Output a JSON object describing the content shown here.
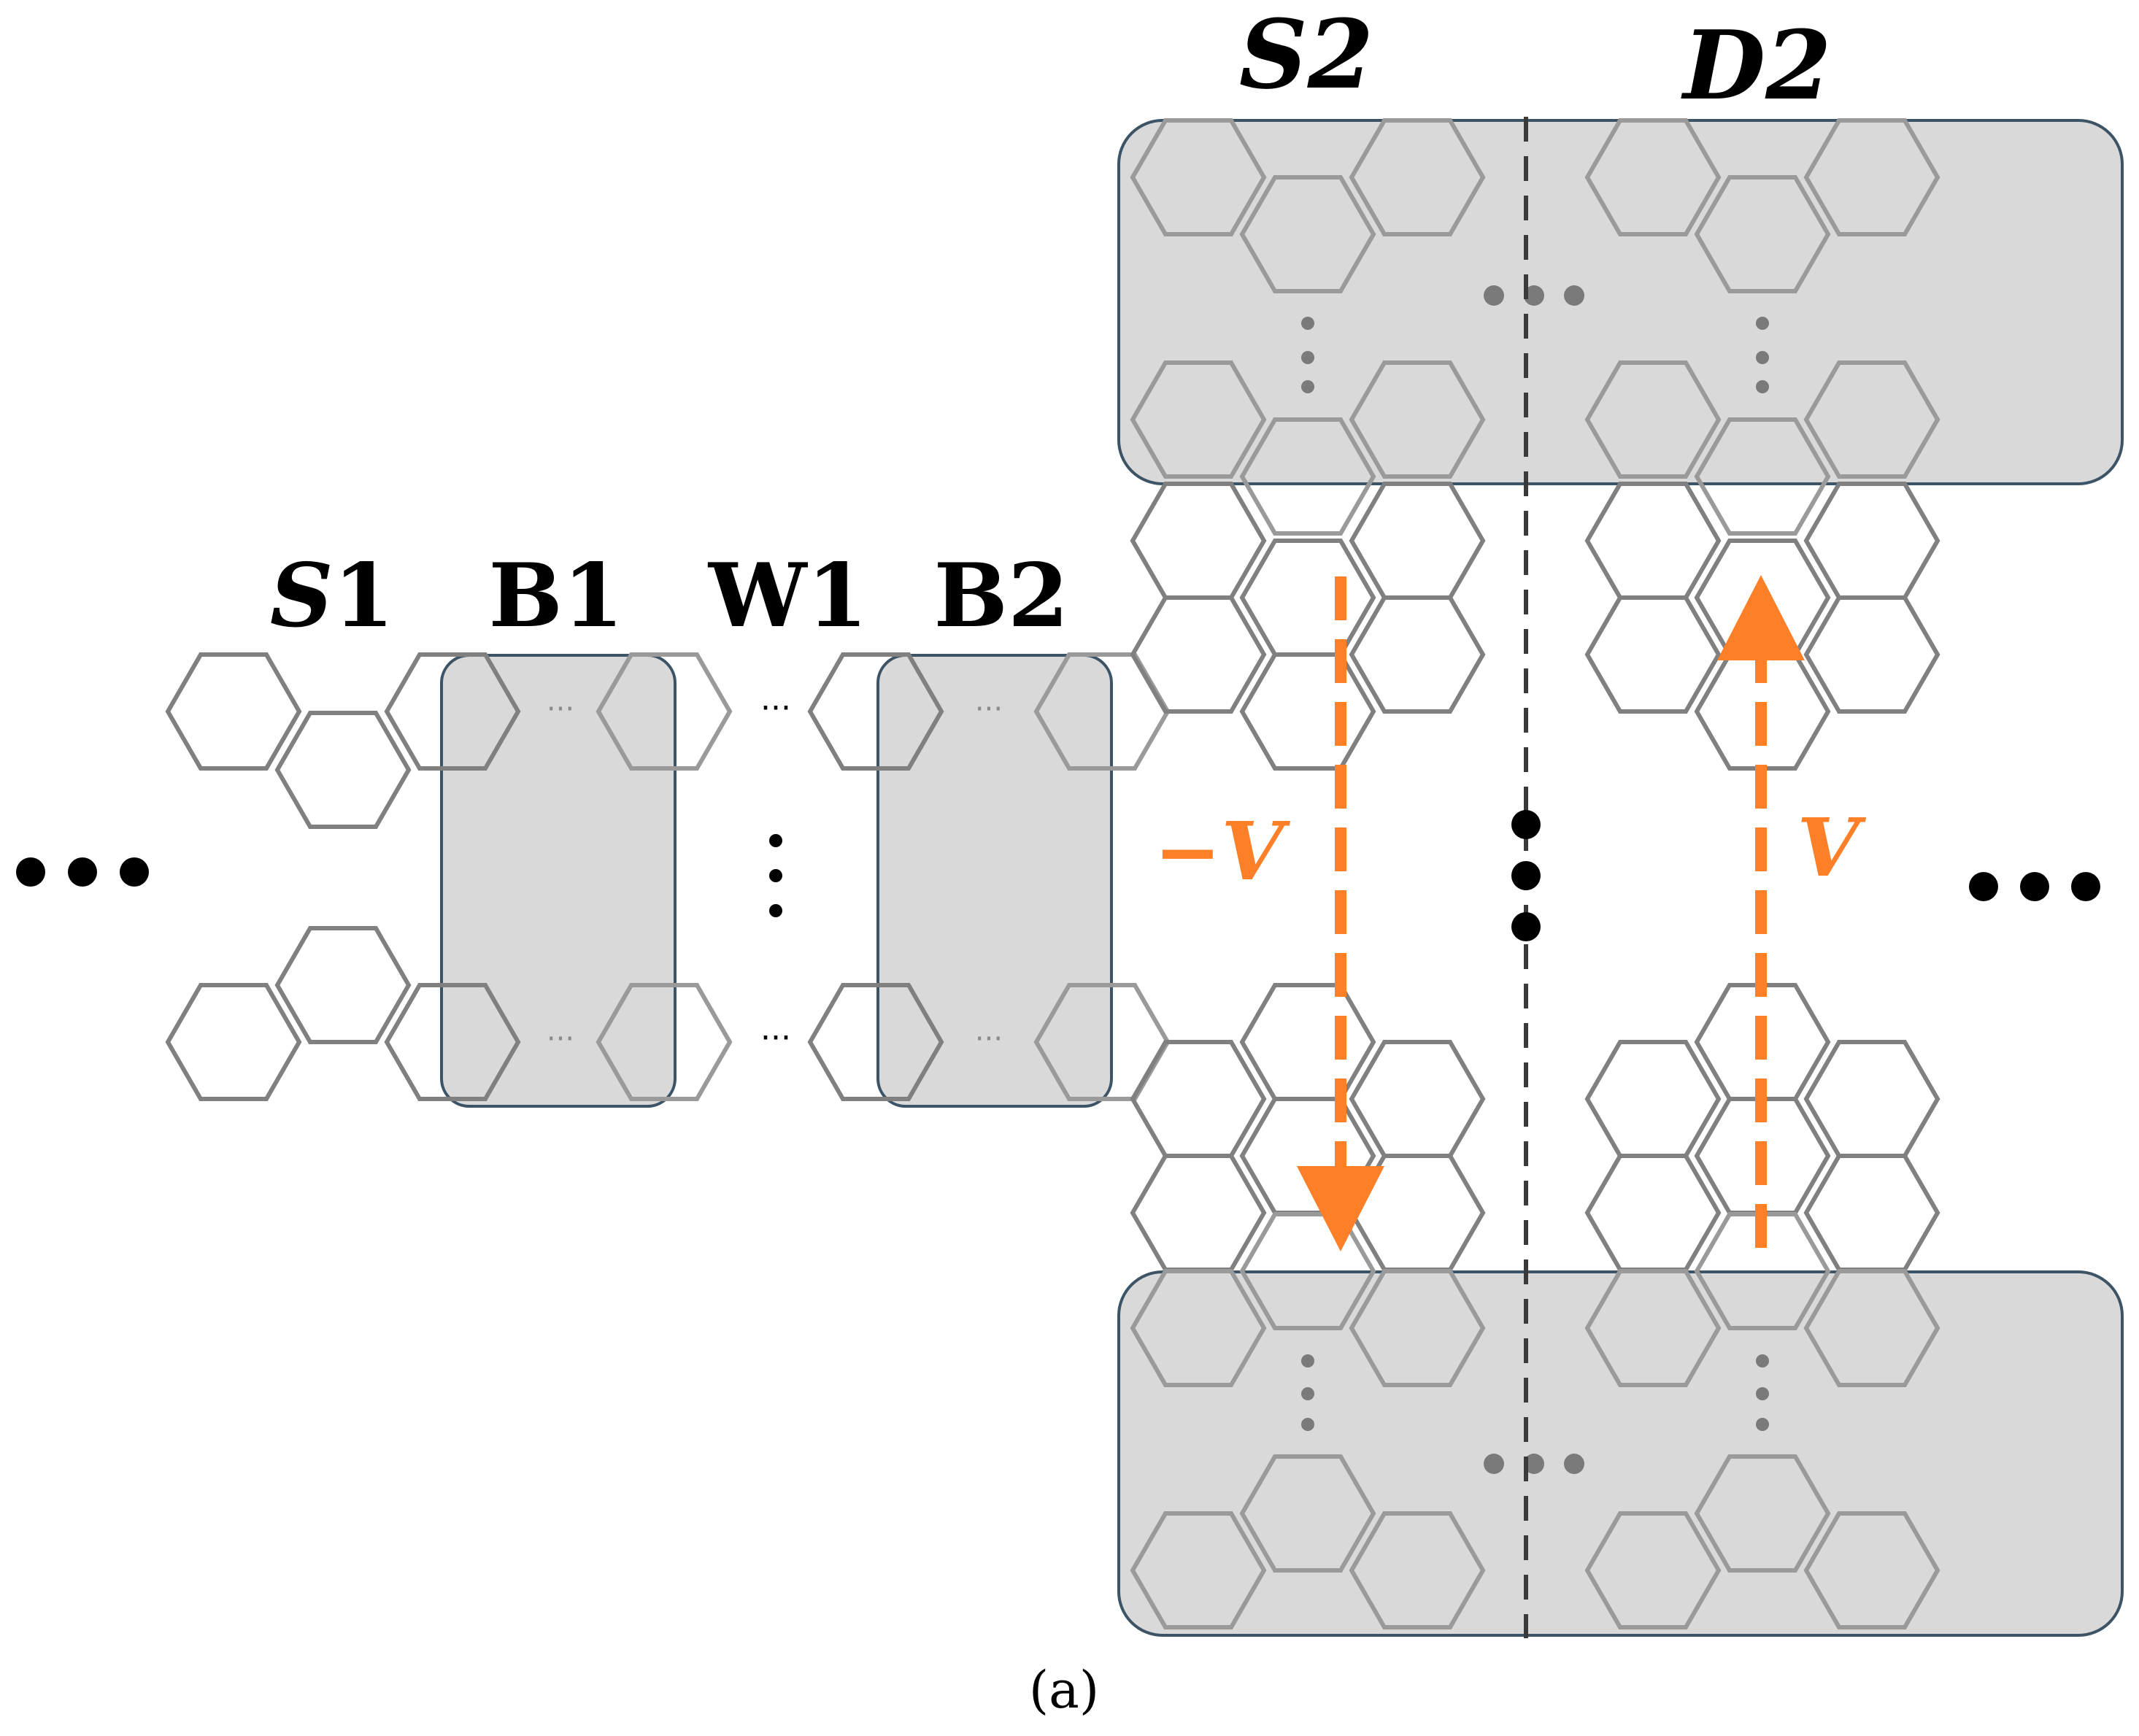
{
  "labels": {
    "s1": {
      "italic": "S",
      "rest": "1"
    },
    "b1": "B1",
    "w1": "W1",
    "b2": "B2",
    "s2": "S2",
    "d2": "D2",
    "neg_v": "−V",
    "pos_v": "V",
    "caption": "(a)",
    "dots_small": "···"
  },
  "colors": {
    "hex_stroke": "#808080",
    "region_fill": "#d9d9d9",
    "region_stroke": "#3d5466",
    "arrow": "#fd7f27",
    "dot_black": "#000000",
    "dot_gray": "#7a7a7a"
  }
}
